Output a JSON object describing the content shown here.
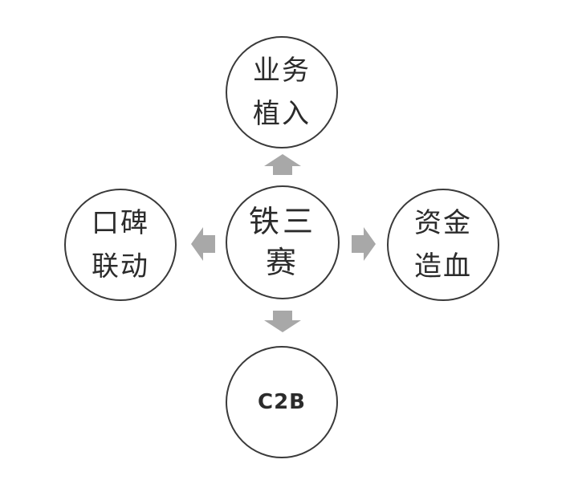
{
  "diagram": {
    "center": {
      "line1": "铁三",
      "line2": "赛"
    },
    "top": {
      "line1": "业务",
      "line2": "植入"
    },
    "left": {
      "line1": "口碑",
      "line2": "联动"
    },
    "right": {
      "line1": "资金",
      "line2": "造血"
    },
    "bottom": {
      "label": "C2B"
    }
  },
  "colors": {
    "circle_border": "#3a3a3a",
    "arrow_fill": "#a8a8a8",
    "text": "#2b2b2b",
    "background": "#ffffff"
  }
}
